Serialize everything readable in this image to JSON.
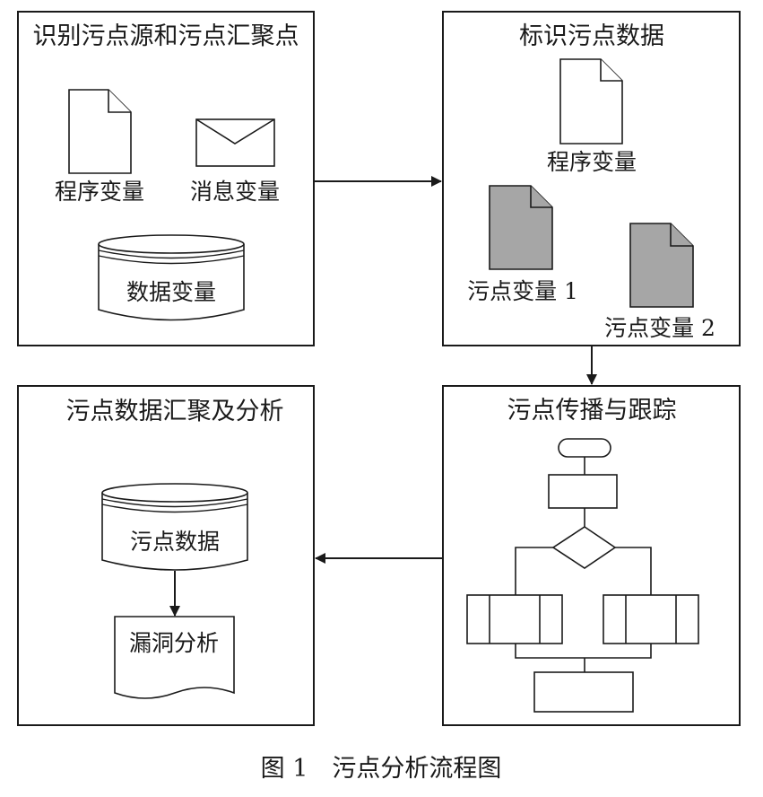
{
  "panels": {
    "identify": {
      "title": "识别污点源和污点汇聚点",
      "program_var": "程序变量",
      "message_var": "消息变量",
      "data_var": "数据变量"
    },
    "mark": {
      "title": "标识污点数据",
      "program_var": "程序变量",
      "taint_var1": "污点变量 1",
      "taint_var2": "污点变量 2"
    },
    "propagate": {
      "title": "污点传播与跟踪"
    },
    "aggregate": {
      "title": "污点数据汇聚及分析",
      "taint_data": "污点数据",
      "vuln_analysis": "漏洞分析"
    }
  },
  "caption": "图 1　污点分析流程图",
  "colors": {
    "stroke": "#1a1a1a",
    "taint_fill": "#a6a6a6",
    "background": "#ffffff"
  }
}
